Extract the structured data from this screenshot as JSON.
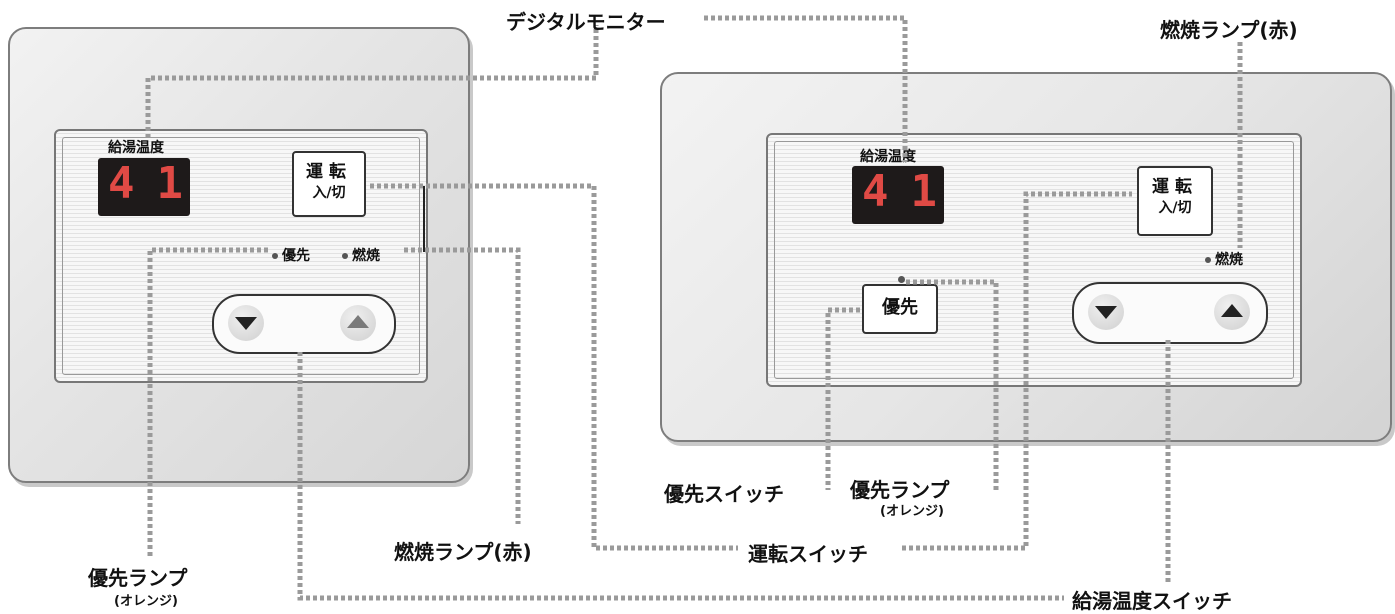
{
  "left_remote": {
    "temp_label": "給湯温度",
    "temp_value": "41",
    "run_button": {
      "line1": "運転",
      "line2": "入/切"
    },
    "priority_lamp_label": "優先",
    "burn_lamp_label": "燃焼"
  },
  "right_remote": {
    "temp_label": "給湯温度",
    "temp_value": "41",
    "run_button": {
      "line1": "運転",
      "line2": "入/切"
    },
    "priority_button_label": "優先",
    "burn_lamp_label": "燃焼"
  },
  "callouts": {
    "digital_monitor": "デジタルモニター",
    "burn_lamp_top": "燃焼ランプ(赤)",
    "priority_switch": "優先スイッチ",
    "priority_lamp_right": "優先ランプ",
    "priority_lamp_right_sub": "(オレンジ)",
    "burn_lamp_bottom": "燃焼ランプ(赤)",
    "run_switch": "運転スイッチ",
    "priority_lamp_left": "優先ランプ",
    "priority_lamp_left_sub": "(オレンジ)",
    "temp_switch": "給湯温度スイッチ"
  },
  "colors": {
    "lcd_digits": "#e04a45",
    "leader_line": "#9a9a9a"
  }
}
